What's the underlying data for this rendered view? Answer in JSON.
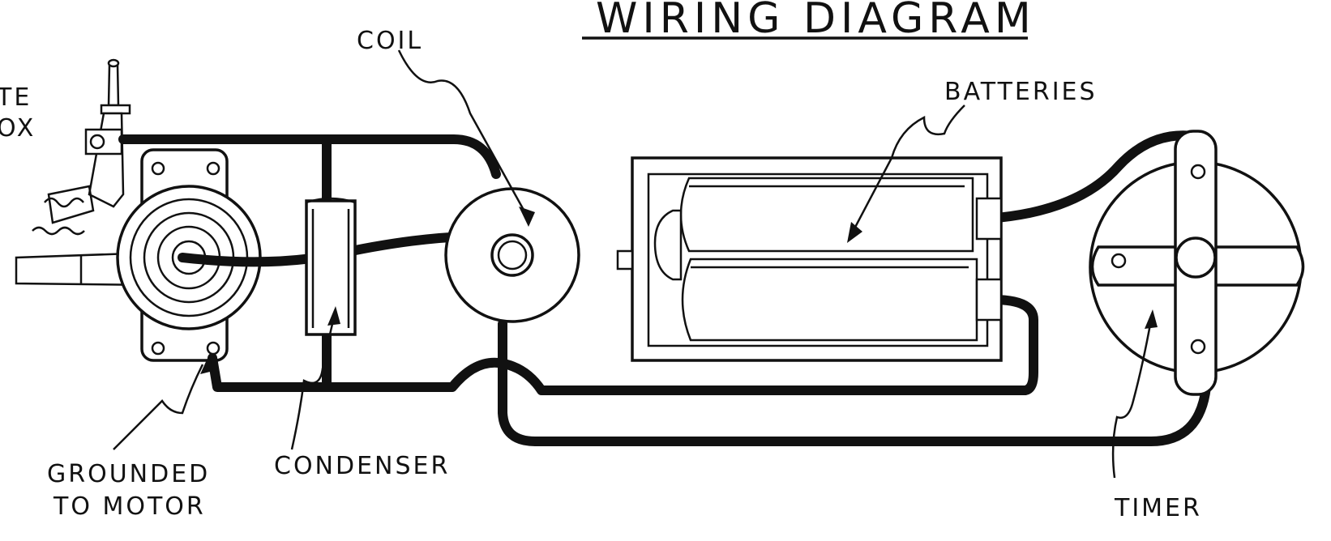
{
  "diagram": {
    "title": "WIRING DIAGRAM",
    "labels": {
      "cutoff_partial_line1": "TE",
      "cutoff_partial_line2": "OX",
      "coil": "COIL",
      "batteries": "BATTERIES",
      "grounded_line1": "GROUNDED",
      "grounded_line2": "TO MOTOR",
      "condenser": "CONDENSER",
      "timer": "TIMER"
    },
    "colors": {
      "ink": "#111111",
      "paper": "#ffffff"
    }
  }
}
